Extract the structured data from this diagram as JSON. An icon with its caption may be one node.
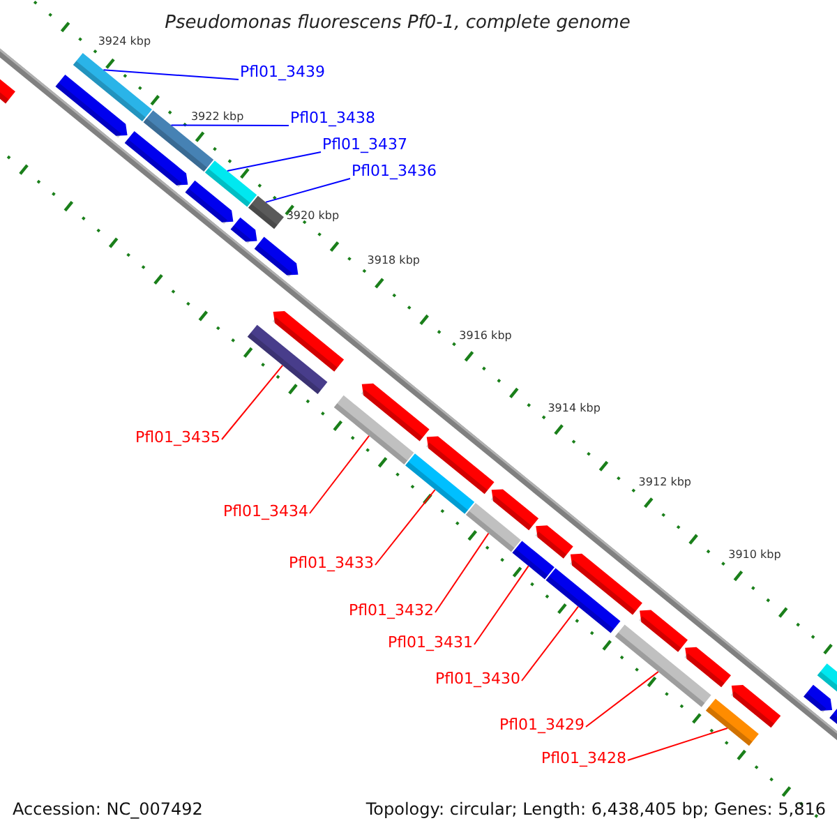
{
  "diagram": {
    "title": "Pseudomonas fluorescens Pf0-1, complete genome",
    "nodes": [
      {
        "text": [
          "Pfl01_3439"
        ]
      },
      {
        "text": [
          "Pfl01_3438"
        ]
      },
      {
        "text": [
          "Pfl01_3437"
        ]
      },
      {
        "text": [
          "Pfl01_3436"
        ]
      },
      {
        "text": [
          "Pfl01_3435"
        ]
      },
      {
        "text": [
          "Pfl01_3434"
        ]
      },
      {
        "text": [
          "Pfl01_3433"
        ]
      },
      {
        "text": [
          "Pfl01_3432"
        ]
      },
      {
        "text": [
          "Pfl01_3431"
        ]
      },
      {
        "text": [
          "Pfl01_3430"
        ]
      },
      {
        "text": [
          "Pfl01_3429"
        ]
      },
      {
        "text": [
          "Pfl01_3428"
        ]
      },
      {
        "text": [],
        "shape": "bar"
      },
      {
        "text": [],
        "shape": "bar"
      },
      {
        "text": [],
        "shape": "bar"
      },
      {
        "text": [],
        "shape": "bar"
      },
      {
        "text": [],
        "shape": "bar"
      },
      {
        "text": [],
        "shape": "bar"
      },
      {
        "text": [],
        "shape": "bar"
      },
      {
        "text": [],
        "shape": "bar"
      },
      {
        "text": [],
        "shape": "bar"
      },
      {
        "text": [],
        "shape": "bar"
      },
      {
        "text": [],
        "shape": "bar"
      },
      {
        "text": [],
        "shape": "bar"
      },
      {
        "text": [],
        "shape": "arrow"
      },
      {
        "text": [],
        "shape": "arrow"
      },
      {
        "text": [],
        "shape": "arrow"
      },
      {
        "text": [],
        "shape": "arrow"
      },
      {
        "text": [],
        "shape": "arrow"
      },
      {
        "text": [],
        "shape": "arrow"
      },
      {
        "text": [],
        "shape": "arrow"
      },
      {
        "text": [],
        "shape": "bar"
      },
      {
        "text": [],
        "shape": "arrow"
      },
      {
        "text": [],
        "shape": "arrow"
      },
      {
        "text": [],
        "shape": "arrow"
      },
      {
        "text": [],
        "shape": "arrow"
      },
      {
        "text": [],
        "shape": "arrow"
      },
      {
        "text": [],
        "shape": "arrow"
      },
      {
        "text": [],
        "shape": "arrow"
      },
      {
        "text": [],
        "shape": "arrow"
      },
      {
        "text": [],
        "shape": "arrow"
      },
      {
        "text": [],
        "shape": "arrow"
      }
    ],
    "edges": [
      {
        "from": 0,
        "to": 12,
        "arrow": "none",
        "color": "#0000ff"
      },
      {
        "from": 1,
        "to": 13,
        "arrow": "none",
        "color": "#0000ff"
      },
      {
        "from": 2,
        "to": 14,
        "arrow": "none",
        "color": "#0000ff"
      },
      {
        "from": 3,
        "to": 15,
        "arrow": "none",
        "color": "#0000ff"
      },
      {
        "from": 4,
        "to": 16,
        "arrow": "none"
      },
      {
        "from": 5,
        "to": 17,
        "arrow": "none"
      },
      {
        "from": 6,
        "to": 18,
        "arrow": "none"
      },
      {
        "from": 7,
        "to": 19,
        "arrow": "none"
      },
      {
        "from": 8,
        "to": 20,
        "arrow": "none"
      },
      {
        "from": 9,
        "to": 21,
        "arrow": "none"
      },
      {
        "from": 10,
        "to": 22,
        "arrow": "none"
      },
      {
        "from": 11,
        "to": 23,
        "arrow": "none"
      }
    ],
    "labels": [
      "3924 kbp",
      "3922 kbp",
      "3920 kbp",
      "3918 kbp",
      "3916 kbp",
      "3914 kbp",
      "3912 kbp",
      "3910 kbp",
      "Accession: NC_007492",
      "Topology: circular; Length: 6,438,405 bp; Genes: 5,816"
    ]
  }
}
